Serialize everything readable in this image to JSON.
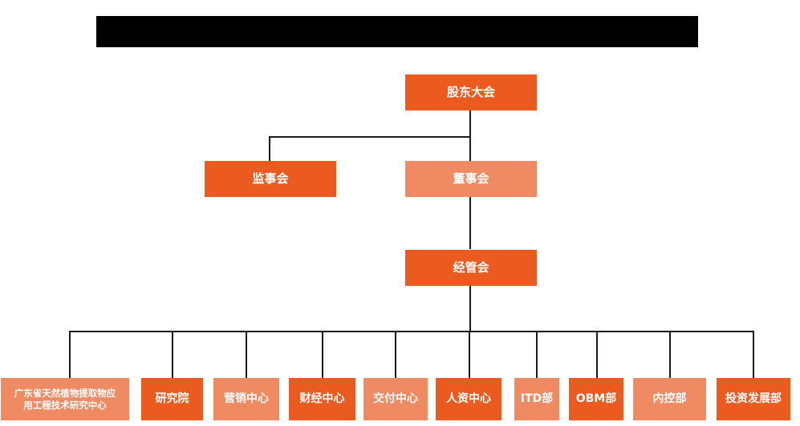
{
  "diagram": {
    "type": "organization-chart",
    "title_banner": {
      "label": "",
      "redacted": true,
      "color": "#000000"
    },
    "colors": {
      "dark_orange": "#EB5A1E",
      "light_salmon": "#F08A63",
      "connector": "#1a1a1a",
      "background": "#ffffff",
      "text": "#ffffff"
    },
    "levels": {
      "level1": [
        {
          "id": "shareholders-meeting",
          "label": "股东大会",
          "shade": "dark"
        }
      ],
      "level2": [
        {
          "id": "board-of-supervisors",
          "label": "监事会",
          "shade": "dark"
        },
        {
          "id": "board-of-directors",
          "label": "董事会",
          "shade": "light"
        }
      ],
      "level3": [
        {
          "id": "management-committee",
          "label": "经管会",
          "shade": "dark"
        }
      ],
      "departments": [
        {
          "id": "guangdong-research-center",
          "label": "广东省天然植物提取物应\n用工程技术研究中心",
          "shade": "light"
        },
        {
          "id": "research-institute",
          "label": "研究院",
          "shade": "dark"
        },
        {
          "id": "marketing-center",
          "label": "营销中心",
          "shade": "light"
        },
        {
          "id": "finance-center",
          "label": "财经中心",
          "shade": "dark"
        },
        {
          "id": "delivery-center",
          "label": "交付中心",
          "shade": "light"
        },
        {
          "id": "hr-center",
          "label": "人资中心",
          "shade": "dark"
        },
        {
          "id": "itd-department",
          "label": "ITD部",
          "shade": "light"
        },
        {
          "id": "obm-department",
          "label": "OBM部",
          "shade": "dark"
        },
        {
          "id": "internal-control-department",
          "label": "内控部",
          "shade": "light"
        },
        {
          "id": "investment-development-department",
          "label": "投资发展部",
          "shade": "dark"
        }
      ]
    }
  }
}
